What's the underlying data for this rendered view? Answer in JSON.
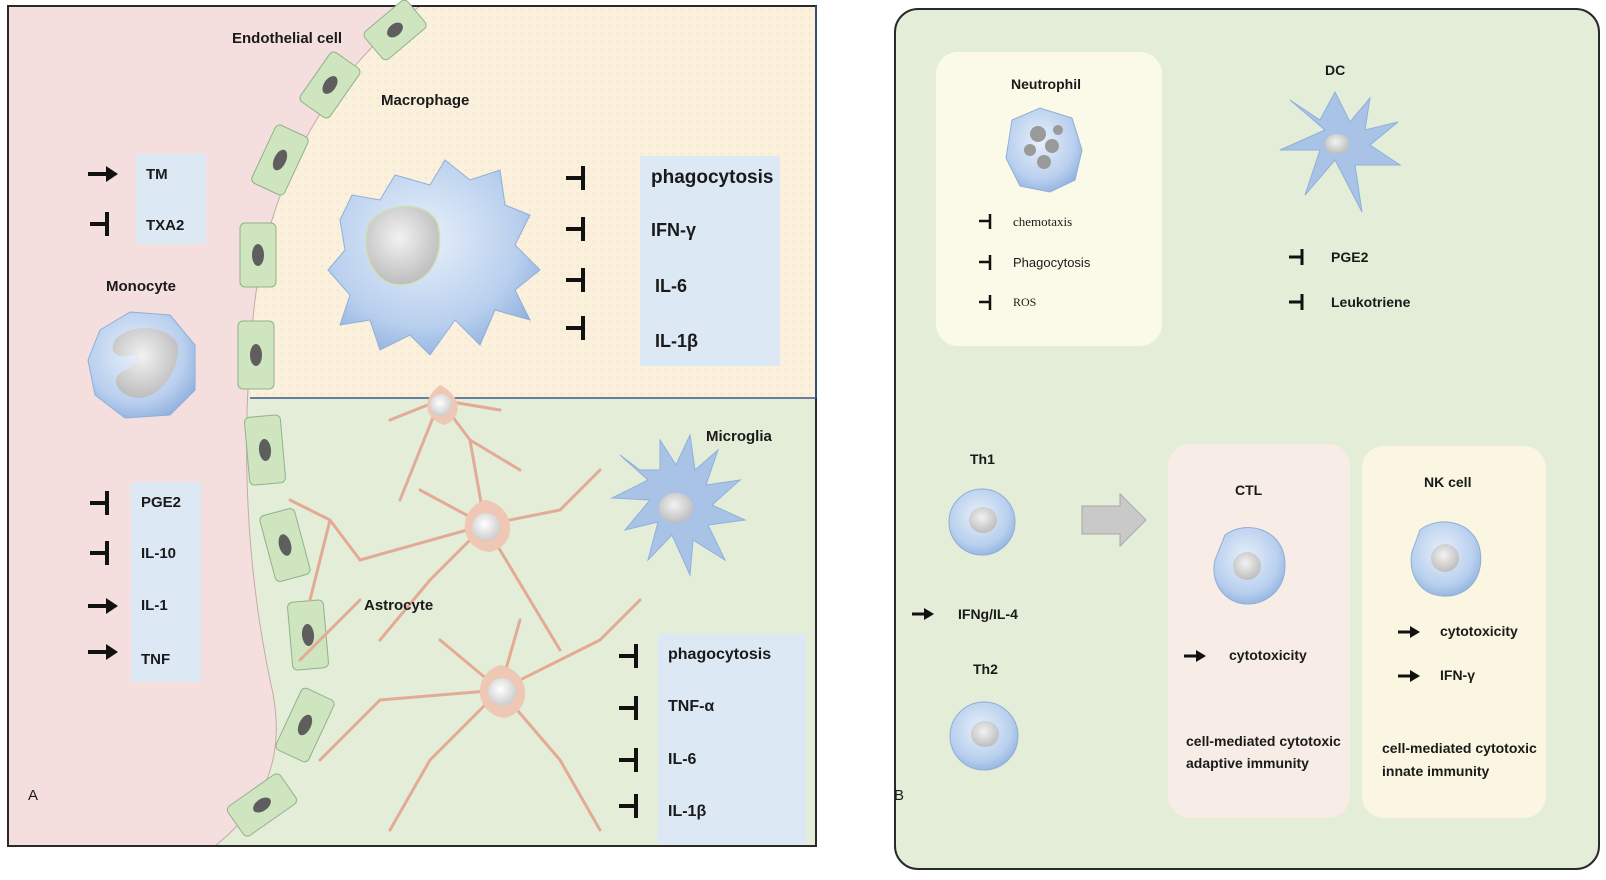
{
  "panel_a": {
    "letter": "A",
    "endothelial": "Endothelial cell",
    "macrophage": "Macrophage",
    "monocyte": "Monocyte",
    "microglia": "Microglia",
    "astrocyte": "Astrocyte",
    "mono_top": [
      {
        "text": "TM",
        "effect": "promote"
      },
      {
        "text": "TXA2",
        "effect": "inhibit"
      }
    ],
    "mono_bottom": [
      {
        "text": "PGE2",
        "effect": "inhibit"
      },
      {
        "text": "IL-10",
        "effect": "inhibit"
      },
      {
        "text": "IL-1",
        "effect": "promote"
      },
      {
        "text": "TNF",
        "effect": "promote"
      }
    ],
    "macro_list": [
      {
        "text": "phagocytosis",
        "effect": "inhibit"
      },
      {
        "text": "IFN-γ",
        "effect": "inhibit"
      },
      {
        "text": "IL-6",
        "effect": "inhibit"
      },
      {
        "text": "IL-1β",
        "effect": "inhibit"
      }
    ],
    "micro_list": [
      {
        "text": "phagocytosis",
        "effect": "inhibit"
      },
      {
        "text": "TNF-α",
        "effect": "inhibit"
      },
      {
        "text": "IL-6",
        "effect": "inhibit"
      },
      {
        "text": "IL-1β",
        "effect": "inhibit"
      }
    ]
  },
  "panel_b": {
    "letter": "B",
    "neutrophil": "Neutrophil",
    "neutrophil_list": [
      {
        "text": "chemotaxis",
        "effect": "inhibit"
      },
      {
        "text": "Phagocytosis",
        "effect": "inhibit"
      },
      {
        "text": "ROS",
        "effect": "inhibit"
      }
    ],
    "dc": "DC",
    "dc_list": [
      {
        "text": "PGE2",
        "effect": "inhibit"
      },
      {
        "text": "Leukotriene",
        "effect": "inhibit"
      }
    ],
    "th1": "Th1",
    "th2": "Th2",
    "th_item": {
      "text": "IFNg/IL-4",
      "effect": "promote"
    },
    "ctl": "CTL",
    "ctl_item": {
      "text": "cytotoxicity",
      "effect": "promote"
    },
    "ctl_caption": [
      "cell-mediated cytotoxic",
      "adaptive immunity"
    ],
    "nk": "NK cell",
    "nk_list": [
      {
        "text": "cytotoxicity",
        "effect": "promote"
      },
      {
        "text": "IFN-γ",
        "effect": "promote"
      }
    ],
    "nk_caption": [
      "cell-mediated cytotoxic",
      "innate immunity"
    ]
  },
  "colors": {
    "blood": "#f4dede",
    "tissue_yellow": "#fbf0dc",
    "tissue_green": "#e3edd8",
    "box_blue": "#dde8f5",
    "cell_blue": "#a9c3e6",
    "astro_peach": "#efc7b5",
    "endo_green": "#cfe5bf"
  }
}
